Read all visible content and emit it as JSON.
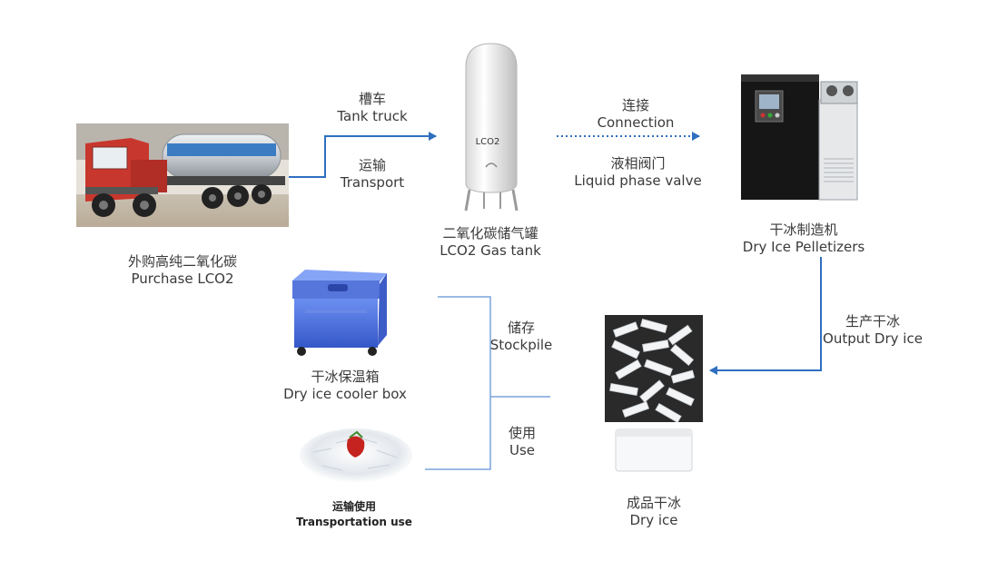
{
  "nodes": {
    "purchase": {
      "zh": "外购高纯二氧化碳",
      "en": "Purchase LCO2"
    },
    "gas_tank": {
      "zh": "二氧化碳储气罐",
      "en": "LCO2 Gas tank",
      "tank_text": "LCO2"
    },
    "pelletizer": {
      "zh": "干冰制造机",
      "en": "Dry Ice Pelletizers"
    },
    "dry_ice": {
      "zh": "成品干冰",
      "en": "Dry ice"
    },
    "cooler_box": {
      "zh": "干冰保温箱",
      "en": "Dry ice cooler box"
    },
    "transport_use": {
      "zh": "运输使用",
      "en": "Transportation use"
    }
  },
  "edges": {
    "tank_truck": {
      "zh": "槽车",
      "en": "Tank truck"
    },
    "transport": {
      "zh": "运输",
      "en": "Transport"
    },
    "connection": {
      "zh": "连接",
      "en": "Connection"
    },
    "liquid_valve": {
      "zh": "液相阀门",
      "en": "Liquid phase valve"
    },
    "output": {
      "zh": "生产干冰",
      "en": "Output Dry ice"
    },
    "stockpile": {
      "zh": "储存",
      "en": "Stockpile"
    },
    "use": {
      "zh": "使用",
      "en": "Use"
    }
  },
  "colors": {
    "arrow": "#2f6fc0",
    "line": "#6f9bd6"
  }
}
